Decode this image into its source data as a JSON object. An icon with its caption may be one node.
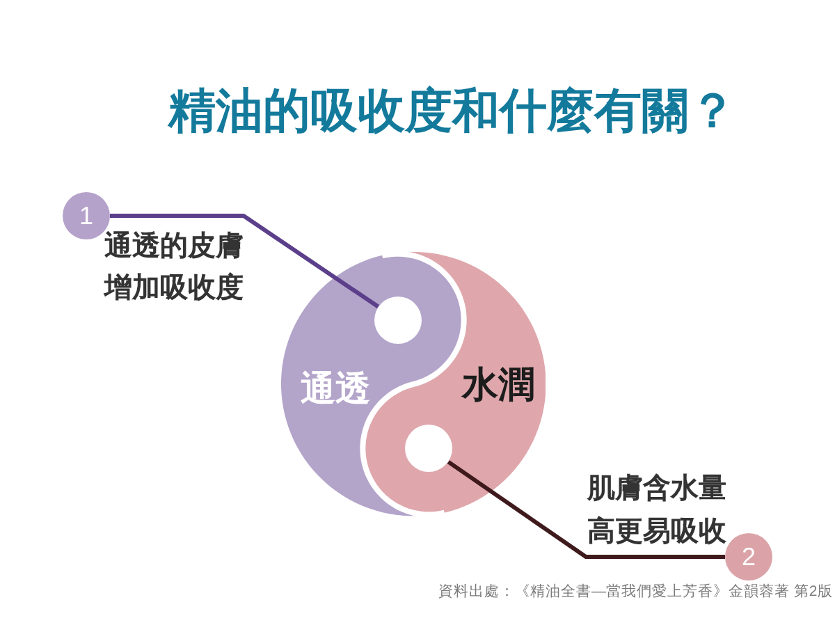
{
  "diagram": {
    "title": "精油的吸收度和什麼有關？",
    "nodes": [
      {
        "text": [
          "1"
        ],
        "beside": [
          "通透的皮膚增加吸收度"
        ]
      },
      {
        "text": [
          "通透"
        ]
      },
      {
        "text": [],
        "shape": "circle",
        "in": 1
      },
      {
        "text": [
          "水潤"
        ]
      },
      {
        "text": [],
        "shape": "circle",
        "in": 3
      },
      {
        "text": [
          "2"
        ],
        "beside": [
          "肌膚含水量高更易吸收"
        ]
      }
    ],
    "edges": [
      {
        "from": 0,
        "to": 2,
        "arrow": "none",
        "color": "#5b3f8a"
      },
      {
        "from": 5,
        "to": 4,
        "arrow": "none",
        "color": "#3f1a1c"
      }
    ],
    "labels": [
      "資料出處：《精油全書—當我們愛上芳香》金韻蓉著 第2版"
    ]
  }
}
